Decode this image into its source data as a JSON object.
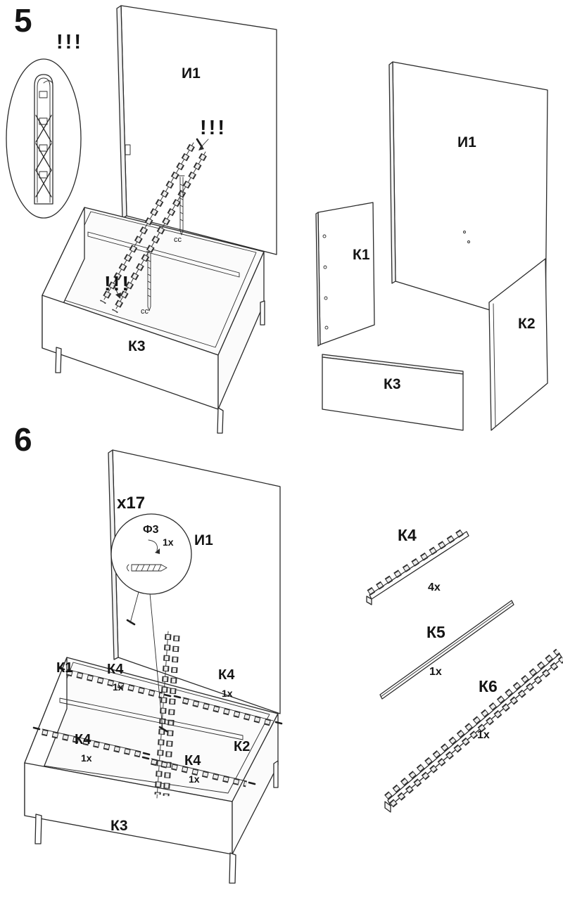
{
  "steps": {
    "s5": {
      "number": "5",
      "inset_warning": "!!!",
      "main": {
        "headboard": "И1",
        "warning_top": "!!!",
        "warning_bottom": "!!!",
        "screw_top": "сс",
        "screw_bottom": "сс",
        "front_panel": "К3"
      },
      "exploded": {
        "headboard": "И1",
        "side_left": "К1",
        "side_right": "К2",
        "front_panel": "К3"
      }
    },
    "s6": {
      "number": "6",
      "detail": {
        "count": "x17",
        "part": "Ф3",
        "qty": "1x"
      },
      "main": {
        "headboard": "И1",
        "side_left": "К1",
        "side_right": "К2",
        "front_panel": "К3",
        "rail_ul_label": "К4",
        "rail_ul_qty": "1x",
        "rail_ur_label": "К4",
        "rail_ur_qty": "1x",
        "rail_ll_label": "К4",
        "rail_ll_qty": "1x",
        "rail_lr_label": "К4",
        "rail_lr_qty": "1x"
      },
      "parts": {
        "k4_label": "К4",
        "k4_qty": "4x",
        "k5_label": "К5",
        "k5_qty": "1x",
        "k6_label": "К6",
        "k6_qty": "1x"
      }
    }
  }
}
